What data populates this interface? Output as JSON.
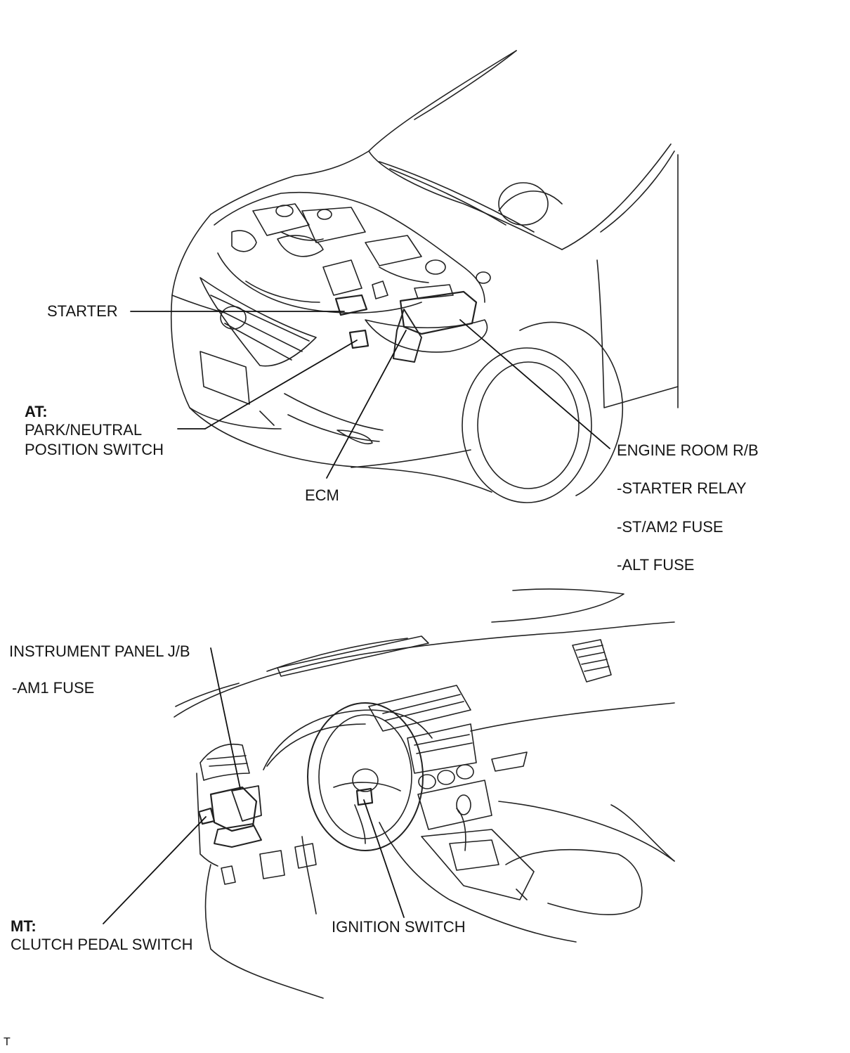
{
  "engine_view": {
    "starter": "STARTER",
    "at_prefix": "AT:",
    "park_neutral_line1": "PARK/NEUTRAL",
    "park_neutral_line2": "POSITION SWITCH",
    "ecm": "ECM",
    "engine_room_rb": "ENGINE ROOM R/B",
    "starter_relay": "-STARTER RELAY",
    "st_am2_fuse": "-ST/AM2 FUSE",
    "alt_fuse": "-ALT FUSE"
  },
  "cabin_view": {
    "instrument_panel_jb": "INSTRUMENT PANEL J/B",
    "am1_fuse": "-AM1 FUSE",
    "mt_prefix": "MT:",
    "clutch_pedal_switch": "CLUTCH PEDAL SWITCH",
    "ignition_switch": "IGNITION SWITCH"
  },
  "footer": {
    "code": "T"
  }
}
